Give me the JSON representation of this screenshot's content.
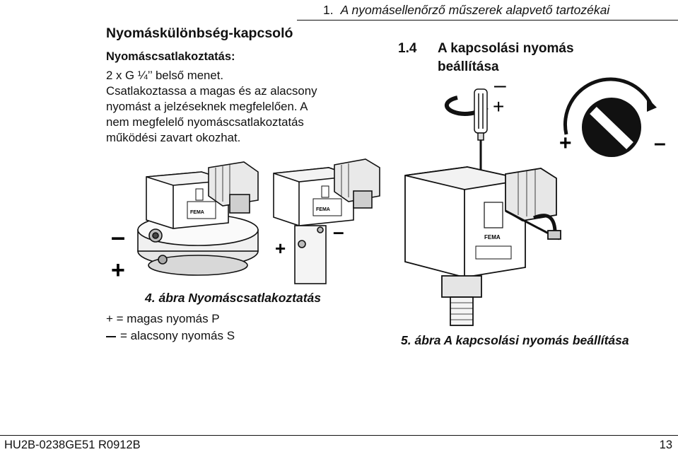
{
  "header": {
    "chapter_number": "1.",
    "chapter_title": "A nyomásellenőrző műszerek alapvető tartozékai"
  },
  "left_column": {
    "heading": "Nyomáskülönbség-kapcsoló",
    "subheading": "Nyomáscsatlakoztatás:",
    "lines": [
      "2 x G ¼’’ belső menet.",
      "Csatlakoztassa a magas és az alacsony",
      "nyomást a jelzéseknek megfelelően. A",
      "nem megfelelő nyomáscsatlakoztatás",
      "működési zavart okozhat."
    ]
  },
  "right_column": {
    "section_number": "1.4",
    "section_title_line1": "A kapcsolási nyomás",
    "section_title_line2": "beállítása"
  },
  "figure4": {
    "caption": "4. ábra Nyomáscsatlakoztatás",
    "legend": [
      "+ = magas nyomás P",
      "= alacsony nyomás S"
    ],
    "symbols": [
      "–",
      "+",
      "+",
      "–"
    ],
    "brand_label": "FEMA"
  },
  "figure5": {
    "caption": "5. ábra A kapcsolási nyomás beállítása",
    "symbols": [
      "–",
      "+",
      "+",
      "–"
    ],
    "brand_label": "FEMA"
  },
  "footer": {
    "doc_code": "HU2B-0238GE51 R0912B",
    "page_number": "13"
  }
}
